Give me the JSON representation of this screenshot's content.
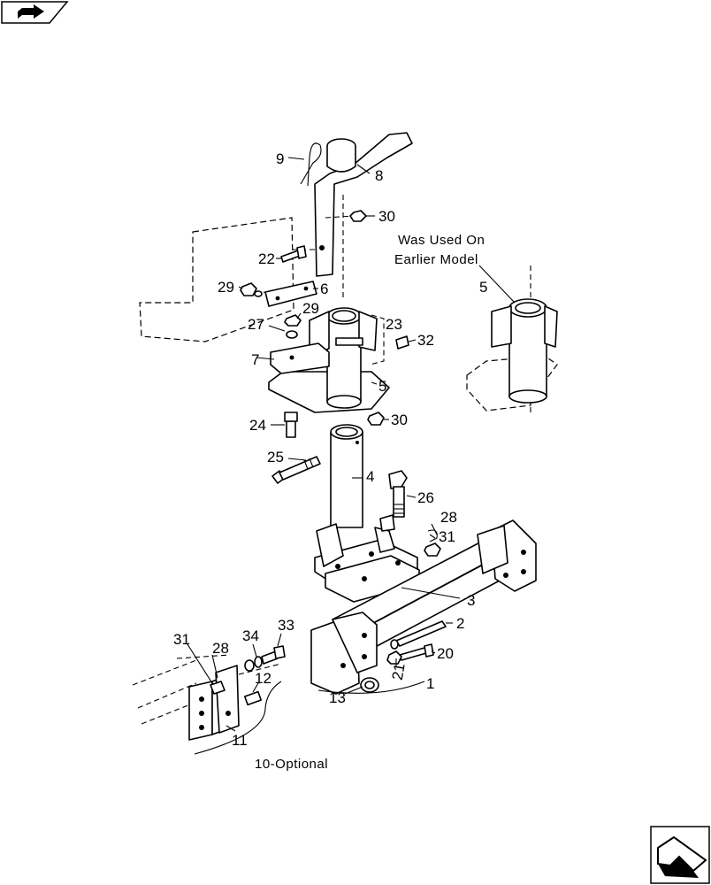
{
  "nav": {
    "top_icon": "forward-arrow-icon",
    "bottom_icon": "previous-page-arrow-icon"
  },
  "callouts": {
    "c9": "9",
    "c8": "8",
    "c30a": "30",
    "c22": "22",
    "c29a": "29",
    "c6": "6",
    "c27": "27",
    "c29b": "29",
    "c23": "23",
    "c32": "32",
    "c7": "7",
    "c5a": "5",
    "c24": "24",
    "c30b": "30",
    "c25": "25",
    "c4": "4",
    "c26": "26",
    "c28a": "28",
    "c31a": "31",
    "c3": "3",
    "c2": "2",
    "c20": "20",
    "c21": "21",
    "c1": "1",
    "c13": "13",
    "c31b": "31",
    "c28b": "28",
    "c34": "34",
    "c33": "33",
    "c12": "12",
    "c11": "11",
    "c5b": "5"
  },
  "notes": {
    "earlier_line1": "Was Used On",
    "earlier_line2": "Earlier Model",
    "optional": "10-Optional"
  }
}
